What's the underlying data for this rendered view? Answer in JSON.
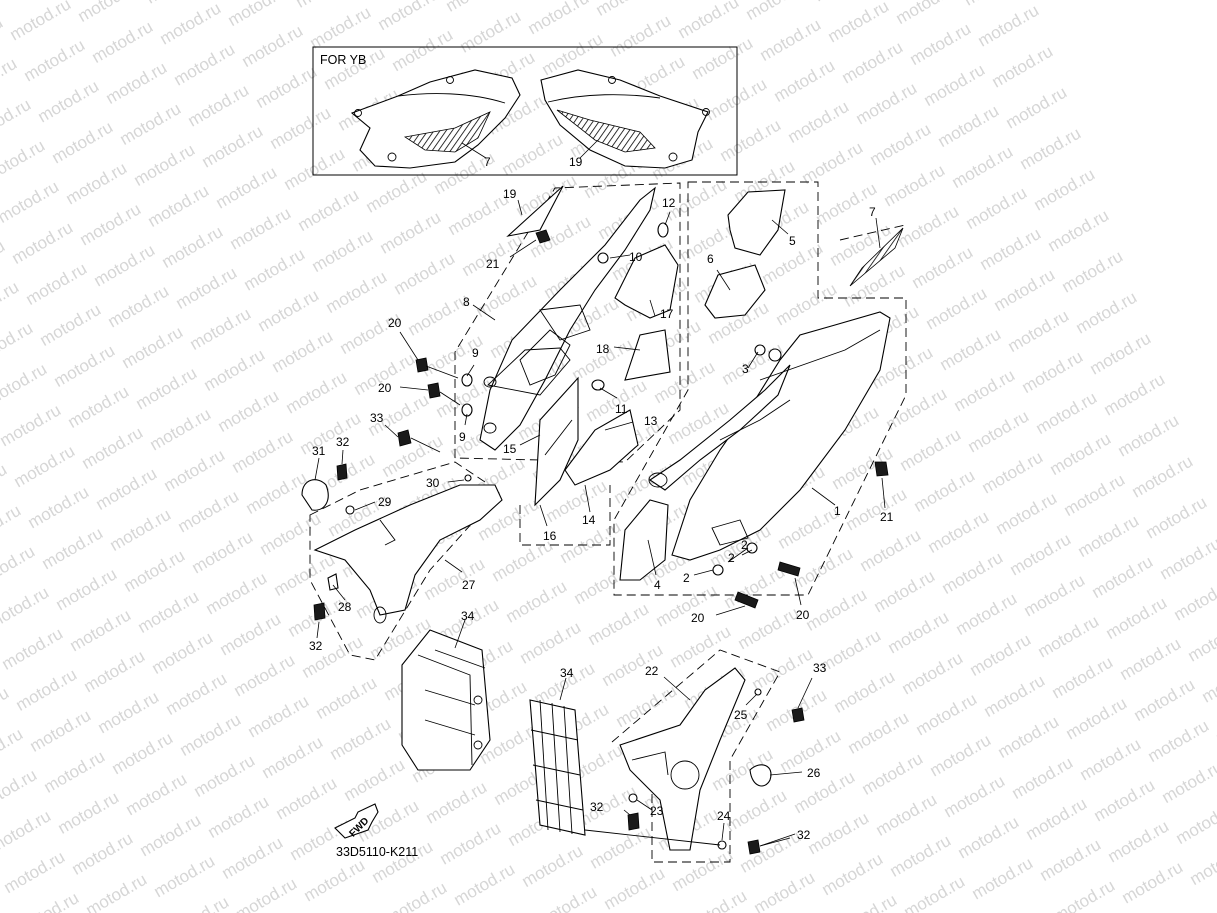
{
  "inset": {
    "title": "FOR YB",
    "callouts": [
      "7",
      "19"
    ]
  },
  "diagram_code": "33D5110-K211",
  "fwd_label": "FWD",
  "watermark_text": "motod.ru",
  "callouts": {
    "c1": "1",
    "c2a": "2",
    "c2b": "2",
    "c2c": "2",
    "c3": "3",
    "c4": "4",
    "c5": "5",
    "c6": "6",
    "c7": "7",
    "c8": "8",
    "c9a": "9",
    "c9b": "9",
    "c10": "10",
    "c11": "11",
    "c12": "12",
    "c13": "13",
    "c14": "14",
    "c15": "15",
    "c16": "16",
    "c17": "17",
    "c18": "18",
    "c19": "19",
    "c20a": "20",
    "c20b": "20",
    "c20c": "20",
    "c20d": "20",
    "c21a": "21",
    "c21b": "21",
    "c22": "22",
    "c23": "23",
    "c24": "24",
    "c25": "25",
    "c26": "26",
    "c27": "27",
    "c28": "28",
    "c29": "29",
    "c30": "30",
    "c31": "31",
    "c32a": "32",
    "c32b": "32",
    "c32c": "32",
    "c32d": "32",
    "c33a": "33",
    "c33b": "33",
    "c34a": "34",
    "c34b": "34"
  }
}
